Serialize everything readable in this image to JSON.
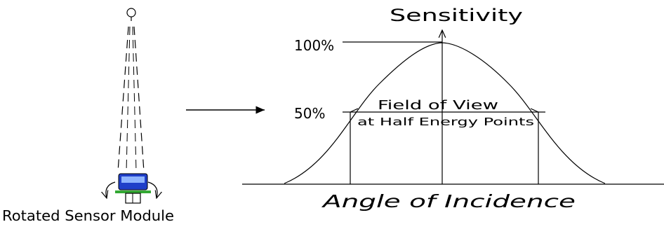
{
  "labels": {
    "sensitivity": "Sensitivity",
    "pct_100": "100%",
    "pct_50": "50%",
    "fov_title": "Field of View",
    "fov_sub": "at Half Energy Points",
    "x_axis": "Angle of Incidence",
    "sensor_caption": "Rotated Sensor Module"
  },
  "colors": {
    "line": "#000000",
    "sensor_body": "#1f3fc9",
    "sensor_window": "#8fb4ff",
    "sensor_board": "#33a833"
  },
  "icons": {
    "source": "light-source-icon",
    "sensor": "sensor-module-icon",
    "rotation": "rotation-arrows-icon"
  }
}
